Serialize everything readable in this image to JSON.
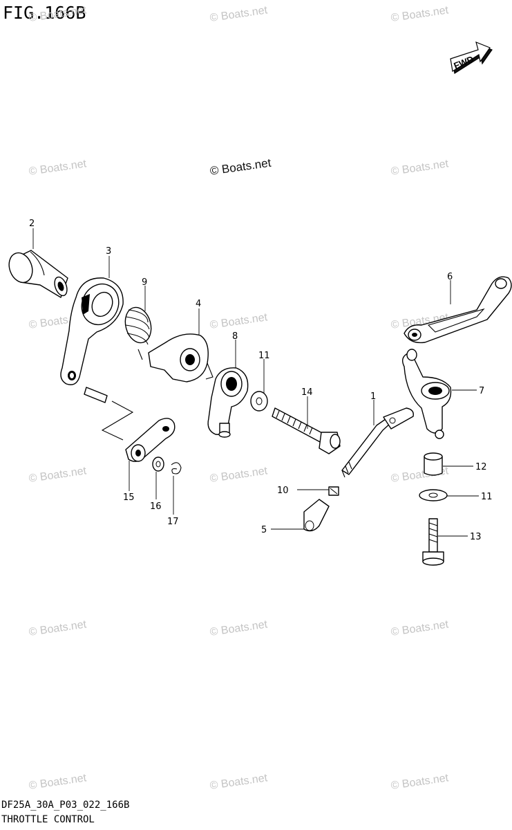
{
  "figure": {
    "title": "FIG.166B"
  },
  "fwd_badge": {
    "text": "FWD"
  },
  "watermark": {
    "text": "© Boats.net"
  },
  "callouts": [
    {
      "id": "c1",
      "label": "1"
    },
    {
      "id": "c2",
      "label": "2"
    },
    {
      "id": "c3",
      "label": "3"
    },
    {
      "id": "c4",
      "label": "4"
    },
    {
      "id": "c5",
      "label": "5"
    },
    {
      "id": "c6",
      "label": "6"
    },
    {
      "id": "c7",
      "label": "7"
    },
    {
      "id": "c8",
      "label": "8"
    },
    {
      "id": "c9",
      "label": "9"
    },
    {
      "id": "c10",
      "label": "10"
    },
    {
      "id": "c11a",
      "label": "11"
    },
    {
      "id": "c11b",
      "label": "11"
    },
    {
      "id": "c12",
      "label": "12"
    },
    {
      "id": "c13",
      "label": "13"
    },
    {
      "id": "c14",
      "label": "14"
    },
    {
      "id": "c15",
      "label": "15"
    },
    {
      "id": "c16",
      "label": "16"
    },
    {
      "id": "c17",
      "label": "17"
    }
  ],
  "footer": {
    "code": "DF25A_30A_P03_022_166B",
    "name": "THROTTLE CONTROL"
  }
}
